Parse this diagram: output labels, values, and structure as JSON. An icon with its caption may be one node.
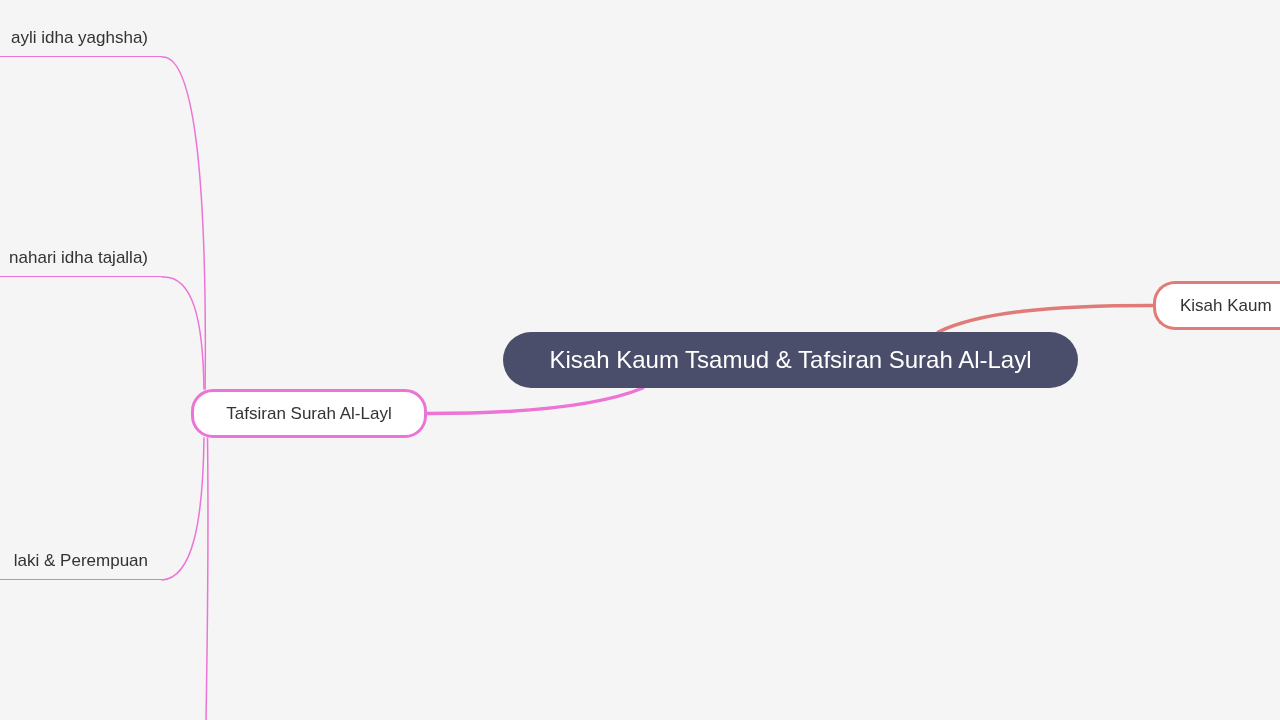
{
  "diagram": {
    "nodes": [
      {
        "text": [
          "Kisah Kaum Tsamud & Tafsiran Surah Al-Layl"
        ]
      },
      {
        "text": [
          "Kisah Kaum"
        ]
      },
      {
        "text": [
          "Tafsiran Surah Al-Layl"
        ]
      },
      {
        "text": [
          "ayli idha yaghsha)"
        ]
      },
      {
        "text": [
          "nahari idha tajalla)"
        ]
      },
      {
        "text": [
          "laki & Perempuan"
        ]
      }
    ],
    "edges": [
      {
        "from": 0,
        "to": 1,
        "arrow": "none",
        "style": "thick",
        "color": "#e07b78"
      },
      {
        "from": 0,
        "to": 2,
        "arrow": "none",
        "style": "thick"
      },
      {
        "from": 2,
        "to": 3,
        "arrow": "none"
      },
      {
        "from": 2,
        "to": 4,
        "arrow": "none"
      },
      {
        "from": 2,
        "to": 5,
        "arrow": "none"
      },
      {
        "from": 2,
        "to": null,
        "arrow": "none"
      }
    ]
  }
}
